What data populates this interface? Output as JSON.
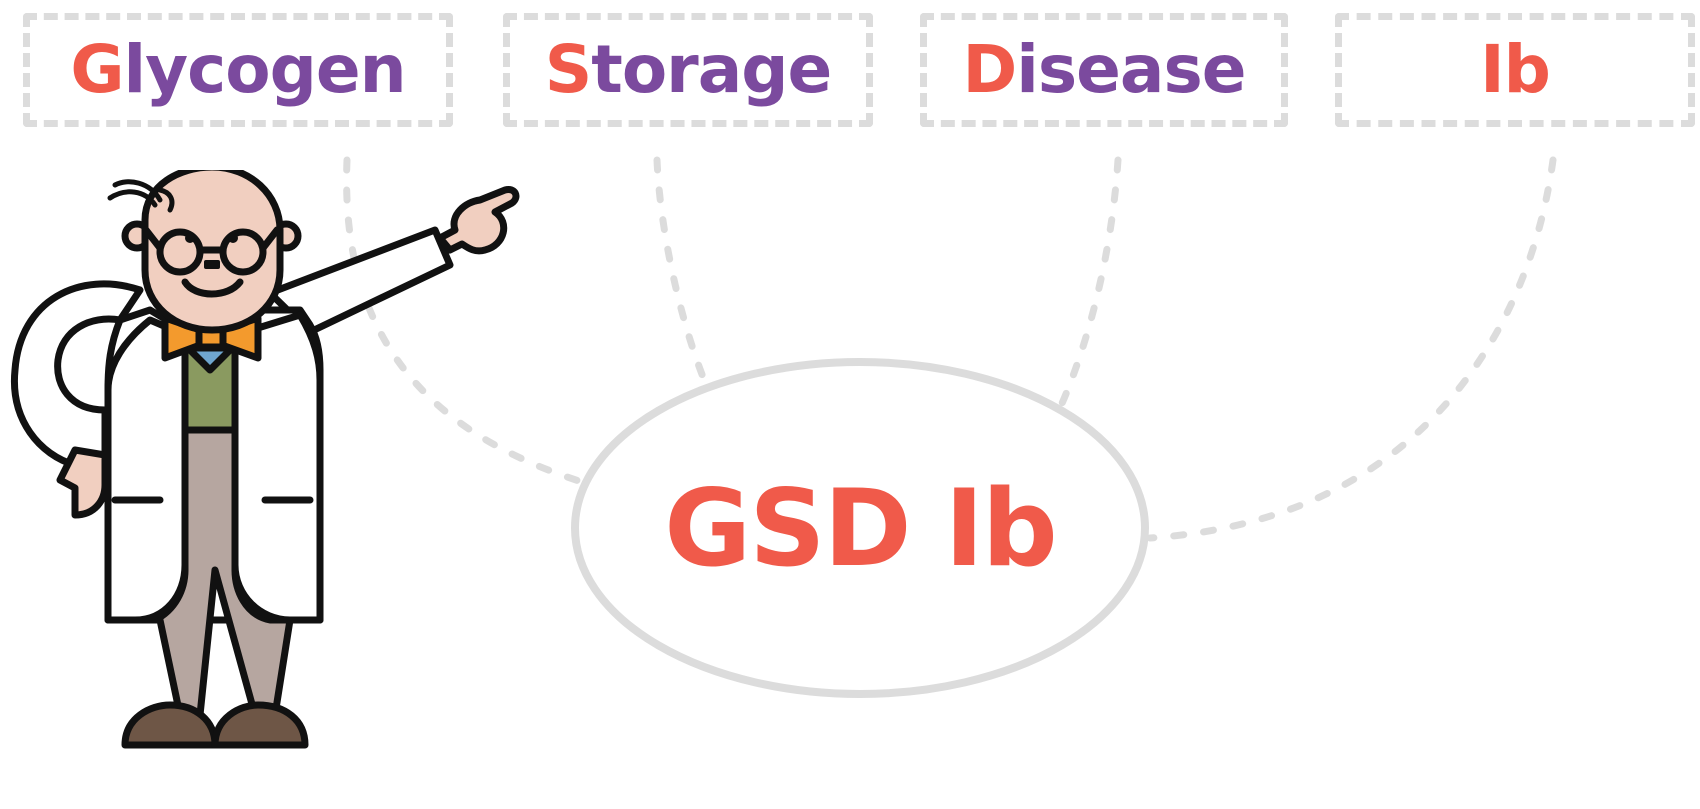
{
  "terms": [
    {
      "initial": "G",
      "rest": "lycogen"
    },
    {
      "initial": "S",
      "rest": "torage"
    },
    {
      "initial": "D",
      "rest": "isease"
    },
    {
      "initial": "Ib",
      "rest": ""
    }
  ],
  "acronym": "GSD Ib",
  "colors": {
    "initial": "#f05a4a",
    "rest": "#7b4a9e",
    "dashed_gray": "#dcdcdc",
    "outline": "#111111"
  },
  "illustration": {
    "character": "scientist-pointing-icon"
  }
}
